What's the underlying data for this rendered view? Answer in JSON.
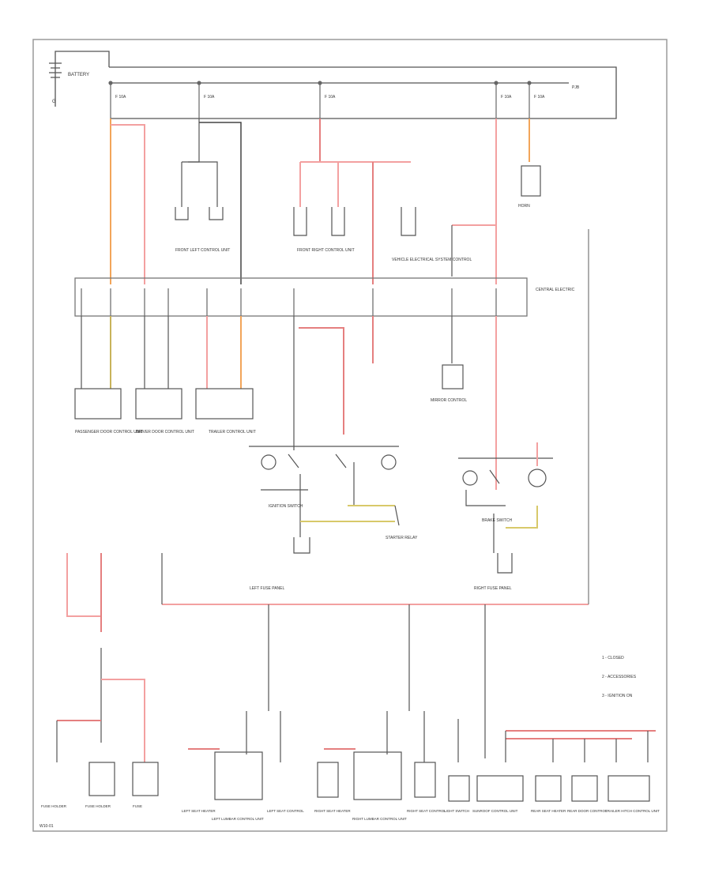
{
  "diagram": {
    "battery_label": "BATTERY",
    "ground_label": "G",
    "junction_label": "PJB",
    "fuse_label": "F 10A",
    "central_box_label": "CENTRAL ELECTRIC",
    "front_left_unit": "FRONT LEFT CONTROL UNIT",
    "front_right_unit": "FRONT RIGHT CONTROL UNIT",
    "horn_unit": "HORN",
    "vehicle_unit": "VEHICLE ELECTRICAL SYSTEM CONTROL",
    "driver_door_unit": "DRIVER DOOR CONTROL UNIT",
    "passenger_door_unit": "PASSENGER DOOR CONTROL UNIT",
    "trailer_unit": "TRAILER CONTROL UNIT",
    "mirror_unit": "MIRROR CONTROL",
    "ignition_switch": "IGNITION SWITCH",
    "starter_relay": "STARTER RELAY",
    "brake_switch": "BRAKE SWITCH",
    "left_block": "LEFT FUSE PANEL",
    "right_block": "RIGHT FUSE PANEL",
    "legend_items": [
      "1 - CLOSED",
      "2 - ACCESSORIES",
      "3 - IGNITION ON"
    ],
    "bottom_labels": [
      "FUSE HOLDER",
      "FUSE HOLDER",
      "FUSE",
      "LEFT SEAT HEATER",
      "LEFT LUMBAR CONTROL UNIT",
      "LEFT SEAT CONTROL",
      "RIGHT SEAT HEATER",
      "RIGHT LUMBAR CONTROL UNIT",
      "RIGHT SEAT CONTROL",
      "LIGHT SWITCH",
      "SUNROOF CONTROL UNIT",
      "REAR SEAT HEATER",
      "REAR DOOR CONTROL",
      "TRAILER HITCH CONTROL UNIT"
    ],
    "footer_code": "W10-01"
  }
}
